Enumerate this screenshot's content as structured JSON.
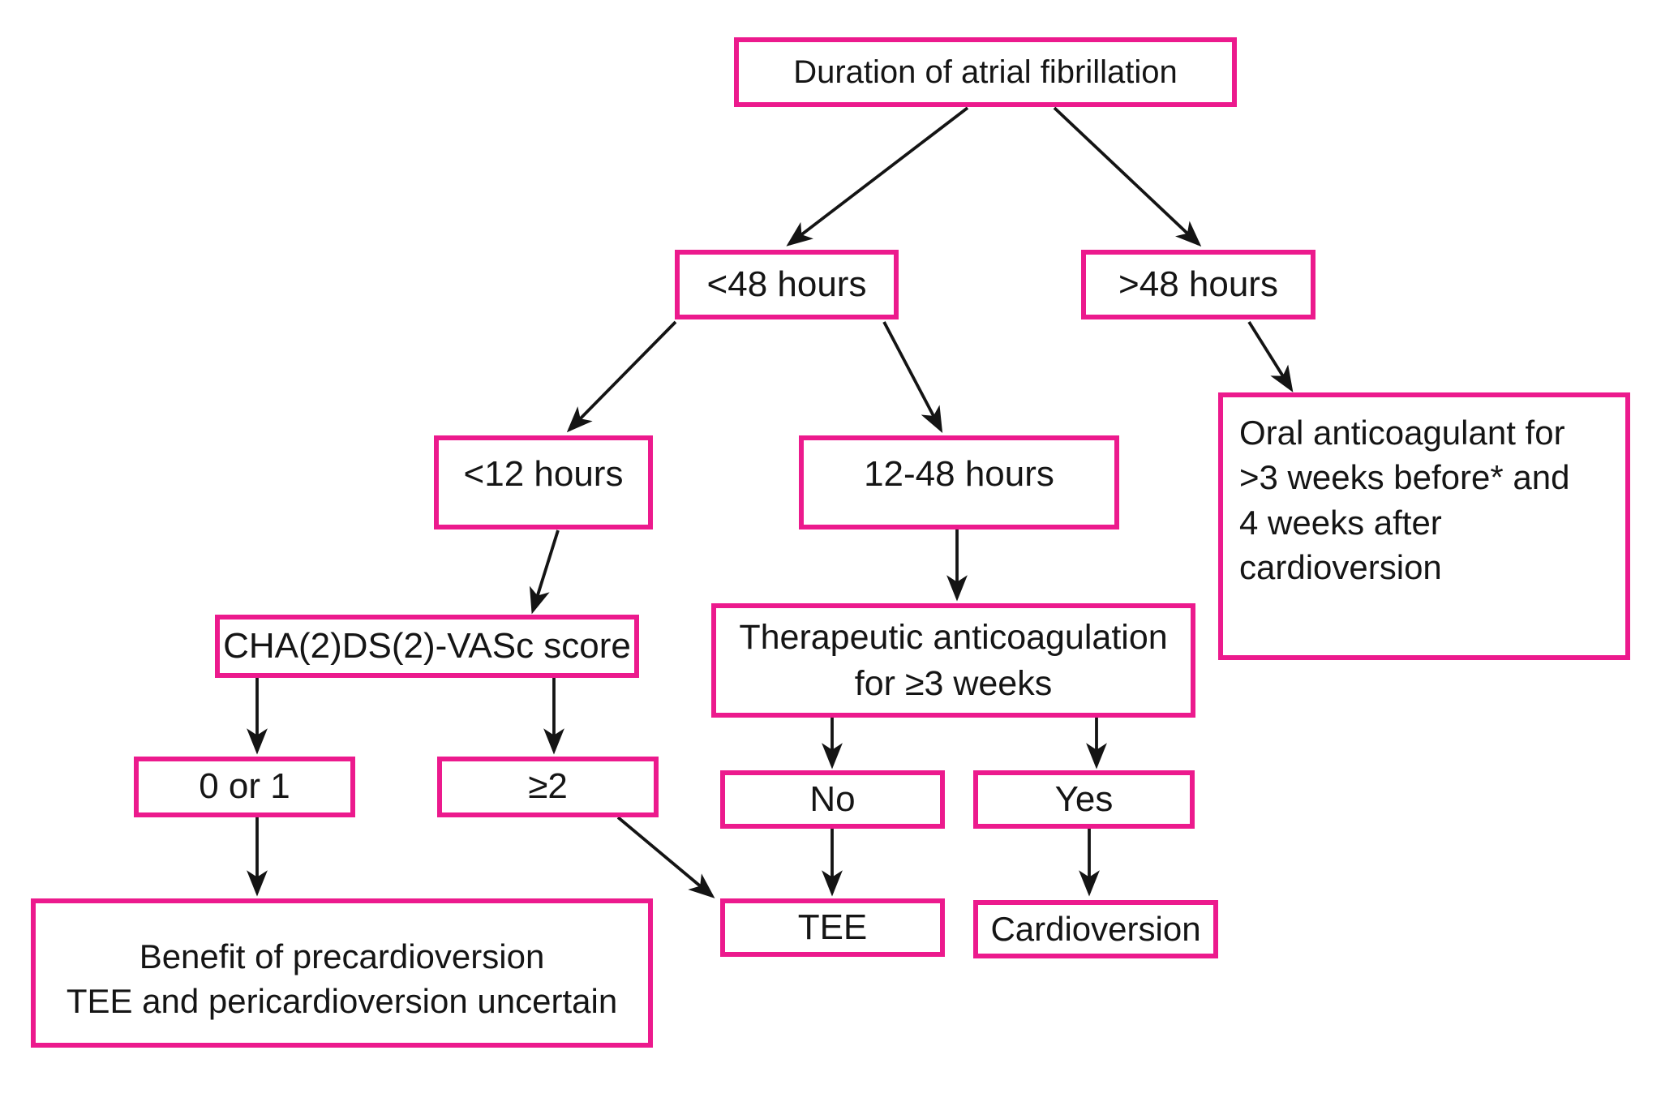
{
  "diagram": {
    "type": "flowchart",
    "nodes": {
      "duration": {
        "label": "Duration of atrial fibrillation"
      },
      "under_48h": {
        "label": "<48 hours"
      },
      "over_48h": {
        "label": ">48 hours"
      },
      "under_12h": {
        "label": "<12 hours"
      },
      "h12_to_48": {
        "label": "12-48 hours"
      },
      "oral_anticoagulant": {
        "label": "Oral anticoagulant for\n>3 weeks before* and\n4 weeks after\ncardioversion"
      },
      "chads_vasc": {
        "label": "CHA(2)DS(2)-VASc score"
      },
      "therapeutic_anticoagulation": {
        "label": "Therapeutic anticoagulation\nfor ≥3 weeks"
      },
      "score_0_or_1": {
        "label": "0 or 1"
      },
      "score_ge_2": {
        "label": "≥2"
      },
      "no": {
        "label": "No"
      },
      "yes": {
        "label": "Yes"
      },
      "benefit_uncertain": {
        "label": "Benefit of precardioversion\nTEE and pericardioversion uncertain"
      },
      "tee": {
        "label": "TEE"
      },
      "cardioversion": {
        "label": "Cardioversion"
      }
    },
    "edges": [
      {
        "from": "duration",
        "to": "under_48h"
      },
      {
        "from": "duration",
        "to": "over_48h"
      },
      {
        "from": "under_48h",
        "to": "under_12h"
      },
      {
        "from": "under_48h",
        "to": "h12_to_48"
      },
      {
        "from": "over_48h",
        "to": "oral_anticoagulant"
      },
      {
        "from": "under_12h",
        "to": "chads_vasc"
      },
      {
        "from": "chads_vasc",
        "to": "score_0_or_1"
      },
      {
        "from": "chads_vasc",
        "to": "score_ge_2"
      },
      {
        "from": "h12_to_48",
        "to": "therapeutic_anticoagulation"
      },
      {
        "from": "therapeutic_anticoagulation",
        "to": "no"
      },
      {
        "from": "therapeutic_anticoagulation",
        "to": "yes"
      },
      {
        "from": "score_0_or_1",
        "to": "benefit_uncertain"
      },
      {
        "from": "score_ge_2",
        "to": "tee"
      },
      {
        "from": "no",
        "to": "tee"
      },
      {
        "from": "yes",
        "to": "cardioversion"
      }
    ]
  },
  "colors": {
    "box_border": "#EC1A8D",
    "arrow": "#141414",
    "text": "#151515",
    "background": "#FFFFFF"
  }
}
